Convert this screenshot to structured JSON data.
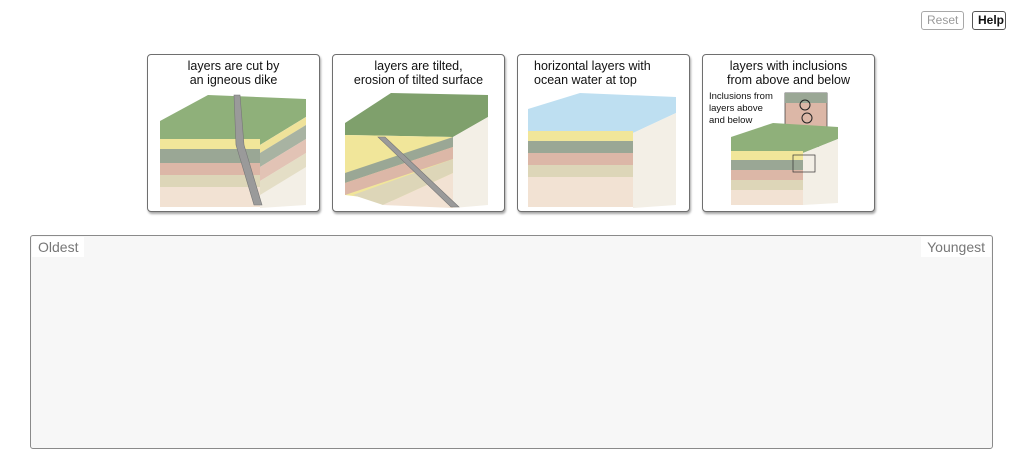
{
  "toolbar": {
    "reset_label": "Reset",
    "help_label": "Help"
  },
  "cards": [
    {
      "label": "layers are cut by\nan igneous dike"
    },
    {
      "label": "layers are tilted,\nerosion of tilted surface"
    },
    {
      "label": "horizontal layers with\nocean water at top"
    },
    {
      "label": "layers with inclusions\nfrom above and below",
      "inset_note": "Inclusions from\nlayers above\nand below"
    }
  ],
  "timeline": {
    "oldest_label": "Oldest",
    "youngest_label": "Youngest"
  },
  "colors": {
    "grass": "#8fb07a",
    "sand": "#f1e69a",
    "gray": "#9aa795",
    "pink": "#dcb7a7",
    "tan": "#ddd6b8",
    "brick": "#f2e2d3",
    "dike": "#9a9a9a",
    "water": "#b7dcef"
  }
}
